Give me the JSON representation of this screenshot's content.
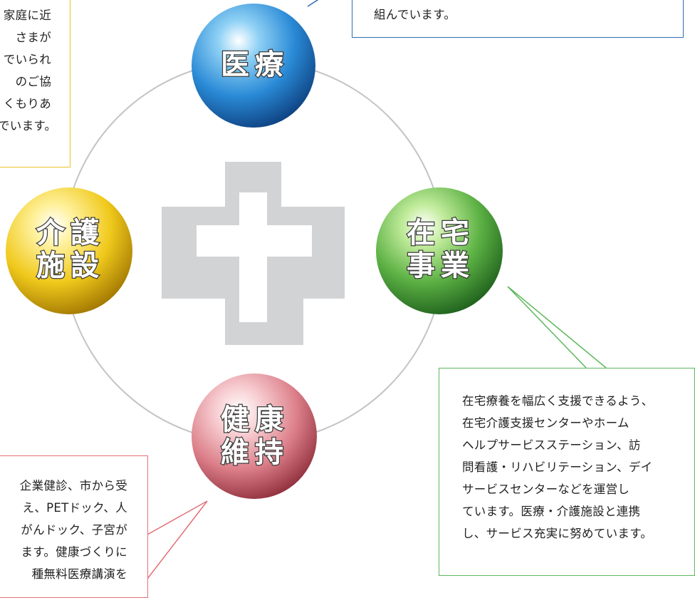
{
  "nodes": {
    "medical": {
      "label": "医療"
    },
    "home": {
      "label": "在宅事業",
      "line1": "在宅",
      "line2": "事業"
    },
    "care": {
      "label": "介護施設",
      "line1": "介護",
      "line2": "施設"
    },
    "health": {
      "label": "健康維持",
      "line1": "健康",
      "line2": "維持"
    }
  },
  "callouts": {
    "medical": {
      "lines": [
        "組んでいます。"
      ],
      "border_color": "#2e6db0"
    },
    "care": {
      "lines": [
        "家庭に近",
        "さまが",
        "でいられ",
        "のご協",
        "くもりあ",
        "でいます。"
      ],
      "border_color": "#e8c42a"
    },
    "home": {
      "lines": [
        "在宅療養を幅広く支援できるよう、",
        "在宅介護支援センターやホーム",
        "ヘルプサービスステーション、訪",
        "問看護・リハビリテーション、デイ",
        "サービスセンターなどを運営し",
        "ています。医療・介護施設と連携",
        "し、サービス充実に努めています。"
      ],
      "border_color": "#5cb85c"
    },
    "health": {
      "lines": [
        "企業健診、市から受",
        "え、PETドック、人",
        "がんドック、子宮が",
        "ます。健康づくりに",
        "種無料医療講演を"
      ],
      "border_color": "#e36f77"
    }
  },
  "colors": {
    "cross": "#d2d3d5",
    "ring": "#c4c4c4",
    "medical": "#2f7fc7",
    "home": "#4fa83a",
    "care": "#e2b90e",
    "health": "#d8727d"
  }
}
